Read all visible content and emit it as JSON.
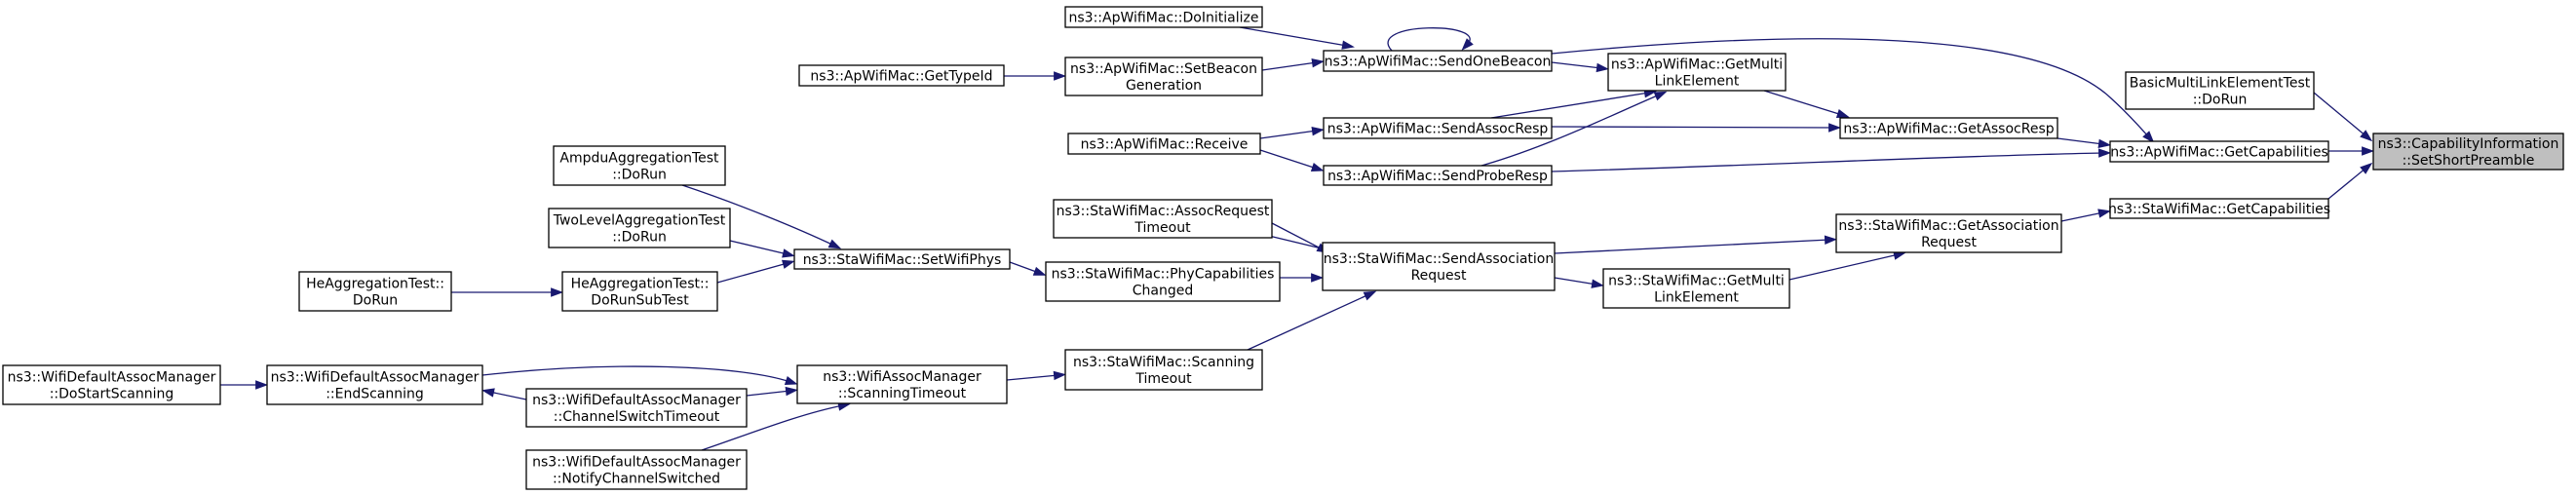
{
  "nodes": [
    {
      "id": "target",
      "lines": [
        "ns3::CapabilityInformation",
        "::SetShortPreamble"
      ],
      "focus": true
    },
    {
      "id": "basic_ml",
      "lines": [
        "BasicMultiLinkElementTest",
        "::DoRun"
      ]
    },
    {
      "id": "ap_getcap",
      "lines": [
        "ns3::ApWifiMac::GetCapabilities"
      ]
    },
    {
      "id": "sta_getcap",
      "lines": [
        "ns3::StaWifiMac::GetCapabilities"
      ]
    },
    {
      "id": "ap_getassocresp",
      "lines": [
        "ns3::ApWifiMac::GetAssocResp"
      ]
    },
    {
      "id": "sta_getassocreq",
      "lines": [
        "ns3::StaWifiMac::GetAssociation",
        "Request"
      ]
    },
    {
      "id": "ap_getml",
      "lines": [
        "ns3::ApWifiMac::GetMulti",
        "LinkElement"
      ]
    },
    {
      "id": "ap_sendonebeacon",
      "lines": [
        "ns3::ApWifiMac::SendOneBeacon"
      ]
    },
    {
      "id": "ap_sendassocresp",
      "lines": [
        "ns3::ApWifiMac::SendAssocResp"
      ]
    },
    {
      "id": "ap_sendproberesp",
      "lines": [
        "ns3::ApWifiMac::SendProbeResp"
      ]
    },
    {
      "id": "ap_doinit",
      "lines": [
        "ns3::ApWifiMac::DoInitialize"
      ]
    },
    {
      "id": "ap_setbeacon",
      "lines": [
        "ns3::ApWifiMac::SetBeacon",
        "Generation"
      ]
    },
    {
      "id": "ap_gettypeid",
      "lines": [
        "ns3::ApWifiMac::GetTypeId"
      ]
    },
    {
      "id": "ap_receive",
      "lines": [
        "ns3::ApWifiMac::Receive"
      ]
    },
    {
      "id": "sta_sendassocreq",
      "lines": [
        "ns3::StaWifiMac::SendAssociation",
        "Request"
      ]
    },
    {
      "id": "sta_getml",
      "lines": [
        "ns3::StaWifiMac::GetMulti",
        "LinkElement"
      ]
    },
    {
      "id": "sta_assocreqtimeout",
      "lines": [
        "ns3::StaWifiMac::AssocRequest",
        "Timeout"
      ]
    },
    {
      "id": "sta_phycap",
      "lines": [
        "ns3::StaWifiMac::PhyCapabilities",
        "Changed"
      ]
    },
    {
      "id": "sta_scantimeout",
      "lines": [
        "ns3::StaWifiMac::Scanning",
        "Timeout"
      ]
    },
    {
      "id": "sta_setwifiphys",
      "lines": [
        "ns3::StaWifiMac::SetWifiPhys"
      ]
    },
    {
      "id": "ampdu",
      "lines": [
        "AmpduAggregationTest",
        "::DoRun"
      ]
    },
    {
      "id": "twolevel",
      "lines": [
        "TwoLevelAggregationTest",
        "::DoRun"
      ]
    },
    {
      "id": "he_dorunsub",
      "lines": [
        "HeAggregationTest::",
        "DoRunSubTest"
      ]
    },
    {
      "id": "he_dorun",
      "lines": [
        "HeAggregationTest::",
        "DoRun"
      ]
    },
    {
      "id": "assoc_scantimeout",
      "lines": [
        "ns3::WifiAssocManager",
        "::ScanningTimeout"
      ]
    },
    {
      "id": "def_endscan",
      "lines": [
        "ns3::WifiDefaultAssocManager",
        "::EndScanning"
      ]
    },
    {
      "id": "def_chswitchtimeout",
      "lines": [
        "ns3::WifiDefaultAssocManager",
        "::ChannelSwitchTimeout"
      ]
    },
    {
      "id": "def_notifychsw",
      "lines": [
        "ns3::WifiDefaultAssocManager",
        "::NotifyChannelSwitched"
      ]
    },
    {
      "id": "def_dostartscan",
      "lines": [
        "ns3::WifiDefaultAssocManager",
        "::DoStartScanning"
      ]
    }
  ],
  "edges": [
    {
      "from": "basic_ml",
      "to": "target"
    },
    {
      "from": "ap_getcap",
      "to": "target"
    },
    {
      "from": "sta_getcap",
      "to": "target"
    },
    {
      "from": "ap_getassocresp",
      "to": "ap_getcap"
    },
    {
      "from": "ap_sendonebeacon",
      "to": "ap_getcap"
    },
    {
      "from": "ap_sendproberesp",
      "to": "ap_getcap"
    },
    {
      "from": "sta_getassocreq",
      "to": "sta_getcap"
    },
    {
      "from": "ap_getml",
      "to": "ap_getassocresp"
    },
    {
      "from": "ap_sendassocresp",
      "to": "ap_getassocresp"
    },
    {
      "from": "ap_sendonebeacon",
      "to": "ap_getml"
    },
    {
      "from": "ap_sendassocresp",
      "to": "ap_getml"
    },
    {
      "from": "ap_sendproberesp",
      "to": "ap_getml"
    },
    {
      "from": "ap_sendonebeacon",
      "to": "ap_sendonebeacon"
    },
    {
      "from": "ap_doinit",
      "to": "ap_sendonebeacon"
    },
    {
      "from": "ap_setbeacon",
      "to": "ap_sendonebeacon"
    },
    {
      "from": "ap_gettypeid",
      "to": "ap_setbeacon"
    },
    {
      "from": "ap_receive",
      "to": "ap_sendassocresp"
    },
    {
      "from": "ap_receive",
      "to": "ap_sendproberesp"
    },
    {
      "from": "sta_sendassocreq",
      "to": "sta_getassocreq"
    },
    {
      "from": "sta_getml",
      "to": "sta_getassocreq"
    },
    {
      "from": "sta_sendassocreq",
      "to": "sta_getml"
    },
    {
      "from": "sta_sendassocreq",
      "to": "sta_assocreqtimeout"
    },
    {
      "from": "sta_assocreqtimeout",
      "to": "sta_sendassocreq"
    },
    {
      "from": "sta_phycap",
      "to": "sta_sendassocreq"
    },
    {
      "from": "sta_scantimeout",
      "to": "sta_sendassocreq"
    },
    {
      "from": "sta_setwifiphys",
      "to": "sta_phycap"
    },
    {
      "from": "ampdu",
      "to": "sta_setwifiphys"
    },
    {
      "from": "twolevel",
      "to": "sta_setwifiphys"
    },
    {
      "from": "he_dorunsub",
      "to": "sta_setwifiphys"
    },
    {
      "from": "he_dorun",
      "to": "he_dorunsub"
    },
    {
      "from": "assoc_scantimeout",
      "to": "sta_scantimeout"
    },
    {
      "from": "def_endscan",
      "to": "assoc_scantimeout"
    },
    {
      "from": "def_chswitchtimeout",
      "to": "assoc_scantimeout"
    },
    {
      "from": "def_notifychsw",
      "to": "assoc_scantimeout"
    },
    {
      "from": "def_endscan",
      "to": "def_chswitchtimeout"
    },
    {
      "from": "def_dostartscan",
      "to": "def_endscan"
    }
  ]
}
